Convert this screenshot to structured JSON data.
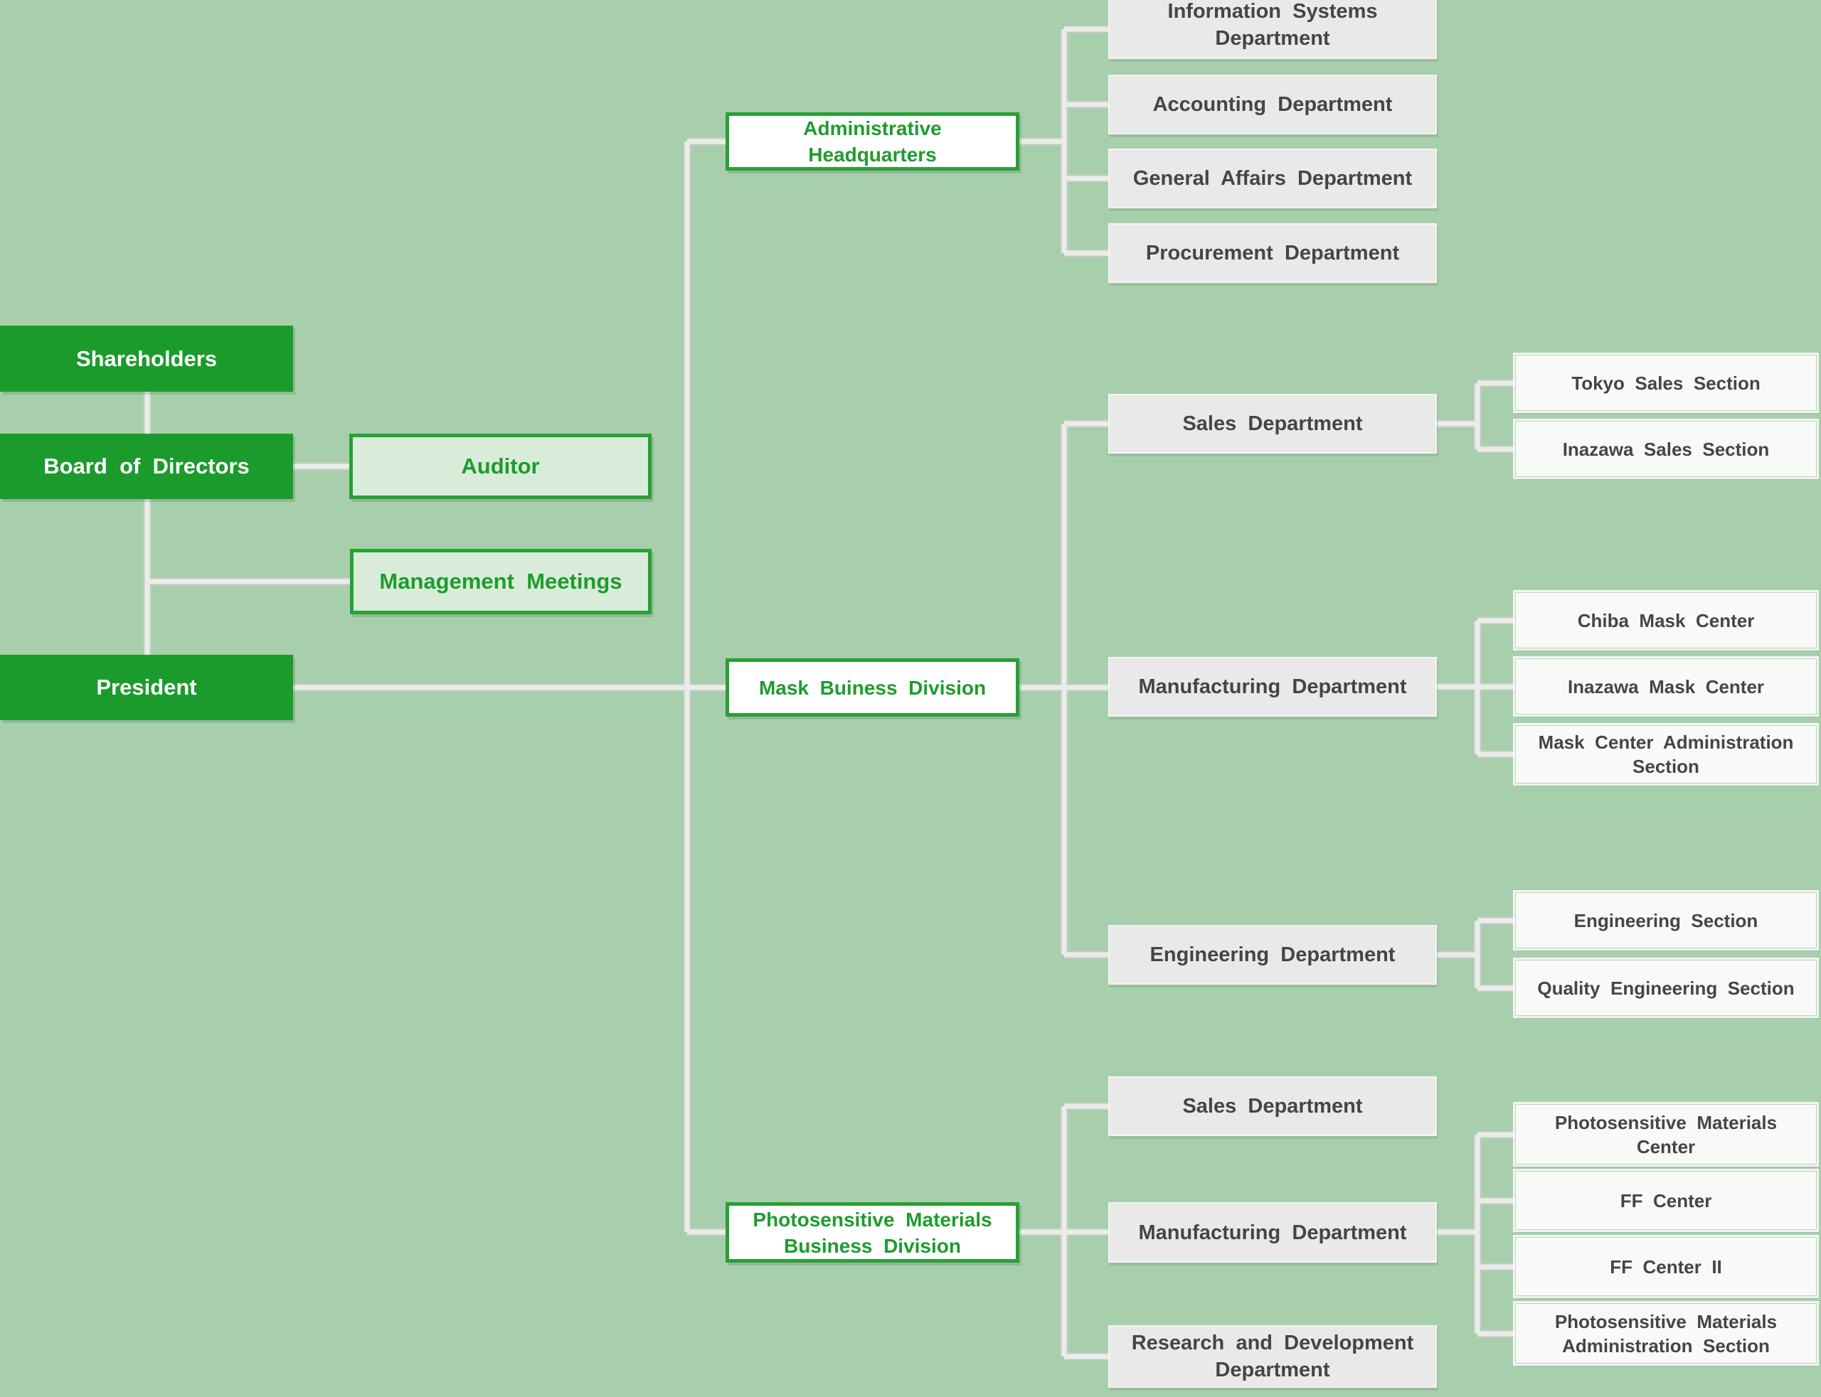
{
  "palette": {
    "background_green": "#a7cfab",
    "primary_green": "#1b9b2c",
    "pale_green_fill": "#d9ecd9",
    "green_border": "#27a035",
    "green_text": "#1d9c2d",
    "department_gray": "#e9e9e9",
    "section_white": "#f8faf8",
    "dark_text": "#454545",
    "connector_gray": "#c7cbc7"
  },
  "chart": {
    "shareholders": {
      "label": "Shareholders"
    },
    "board_of_directors": {
      "label": "Board of Directors"
    },
    "auditor": {
      "label": "Auditor"
    },
    "management_meetings": {
      "label": "Management Meetings"
    },
    "president": {
      "label": "President"
    },
    "divisions": [
      {
        "label": "Administrative\nHeadquarters",
        "departments": [
          {
            "label": "Information Systems\nDepartment"
          },
          {
            "label": "Accounting Department"
          },
          {
            "label": "General Affairs Department"
          },
          {
            "label": "Procurement Department"
          }
        ]
      },
      {
        "label": "Mask Buiness Division",
        "departments": [
          {
            "label": "Sales Department",
            "sections": [
              {
                "label": "Tokyo Sales Section"
              },
              {
                "label": "Inazawa Sales Section"
              }
            ]
          },
          {
            "label": "Manufacturing Department",
            "sections": [
              {
                "label": "Chiba Mask Center"
              },
              {
                "label": "Inazawa Mask Center"
              },
              {
                "label": "Mask Center Administration\nSection"
              }
            ]
          },
          {
            "label": "Engineering Department",
            "sections": [
              {
                "label": "Engineering Section"
              },
              {
                "label": "Quality Engineering Section"
              }
            ]
          }
        ]
      },
      {
        "label": "Photosensitive Materials\nBusiness Division",
        "departments": [
          {
            "label": "Sales Department"
          },
          {
            "label": "Manufacturing Department",
            "sections": [
              {
                "label": "Photosensitive Materials\nCenter"
              },
              {
                "label": "FF Center"
              },
              {
                "label": "FF Center II"
              },
              {
                "label": "Photosensitive Materials\nAdministration Section"
              }
            ]
          },
          {
            "label": "Research and Development\nDepartment"
          }
        ]
      }
    ]
  }
}
